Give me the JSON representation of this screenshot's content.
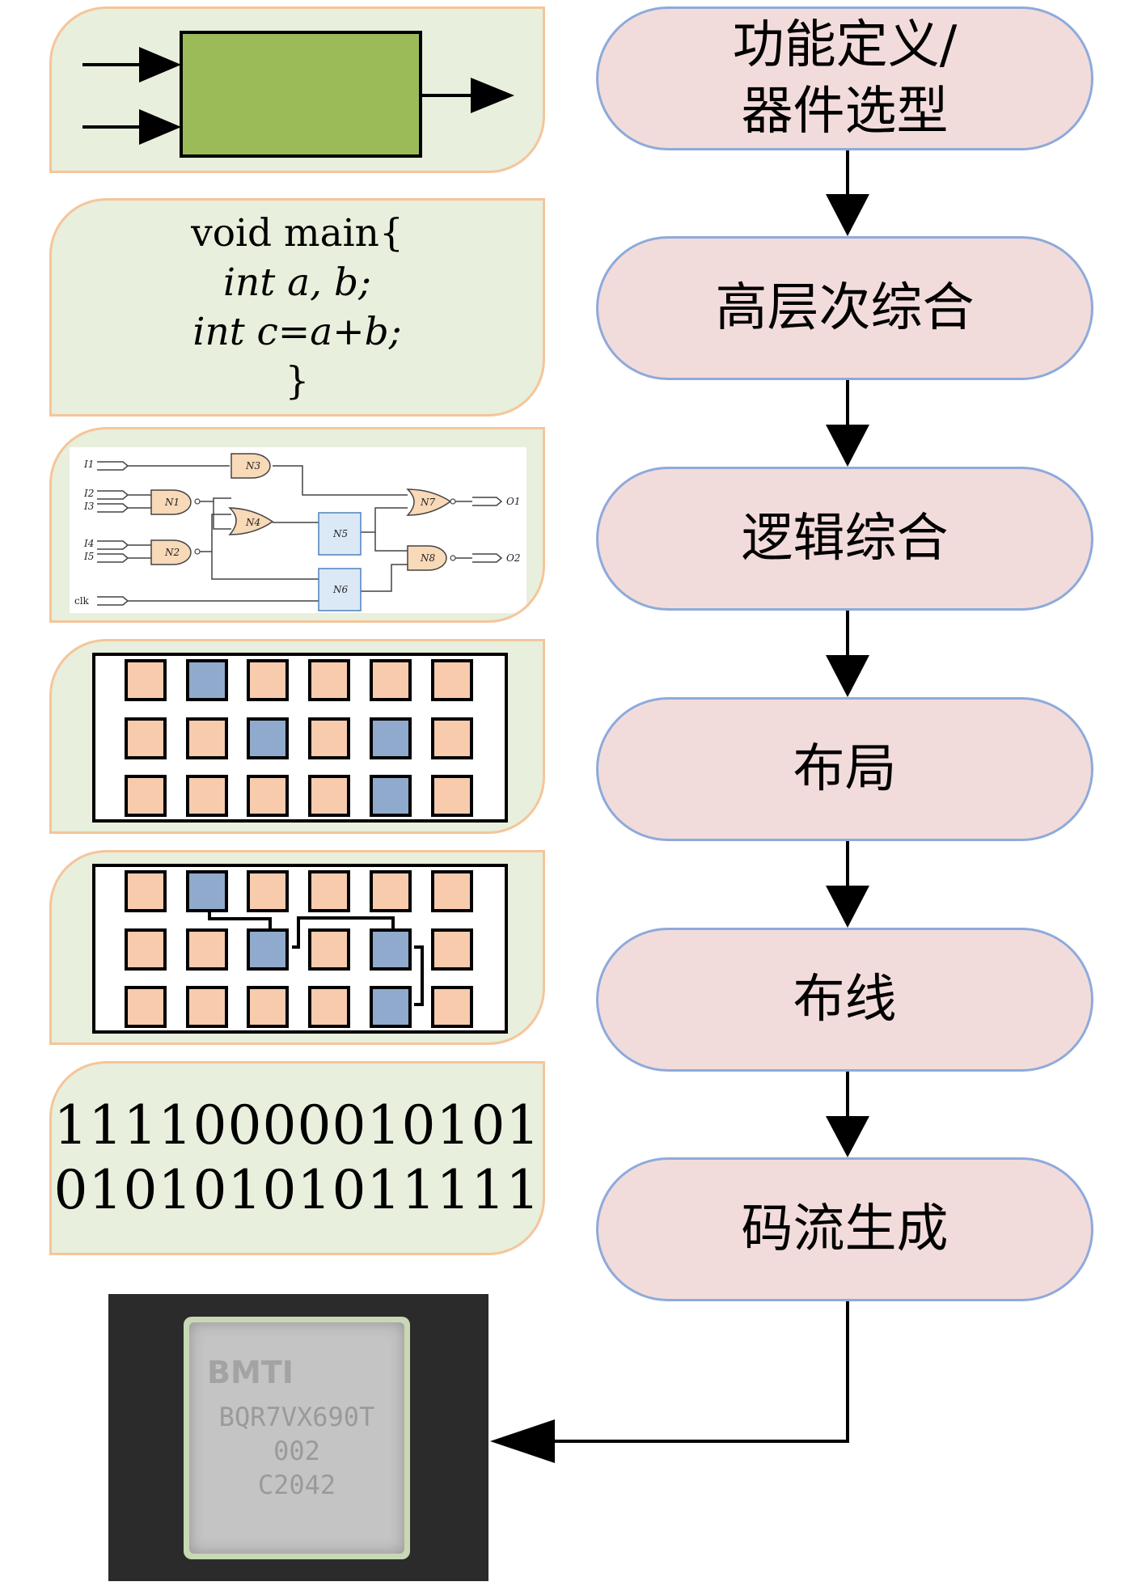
{
  "flow_steps": [
    {
      "line1": "功能定义/",
      "line2": "器件选型"
    },
    {
      "label": "高层次综合"
    },
    {
      "label": "逻辑综合"
    },
    {
      "label": "布局"
    },
    {
      "label": "布线"
    },
    {
      "label": "码流生成"
    }
  ],
  "code_block": {
    "line1": "void main{",
    "line2": "int a, b;",
    "line3": "int c=a+b;",
    "line4": "}"
  },
  "bitstream": {
    "line1": "11110000010101",
    "line2": "01010101011111"
  },
  "logic_circuit": {
    "inputs": [
      "I1",
      "I2",
      "I3",
      "I4",
      "I5",
      "clk"
    ],
    "gates": [
      "N1",
      "N2",
      "N3",
      "N4",
      "N5",
      "N6",
      "N7",
      "N8"
    ],
    "outputs": [
      "O1",
      "O2"
    ]
  },
  "chip": {
    "brand": "BMTI",
    "part_number": "BQR7VX690T",
    "line2": "002",
    "line3": "C2042"
  },
  "colors": {
    "panel_fill": "#e8efdc",
    "panel_border": "#f5c59a",
    "step_fill": "#f2dcdb",
    "step_border": "#8eaadb",
    "block_green": "#9bbb59",
    "cell_orange": "#f8cbad",
    "cell_blue": "#8faacc"
  }
}
